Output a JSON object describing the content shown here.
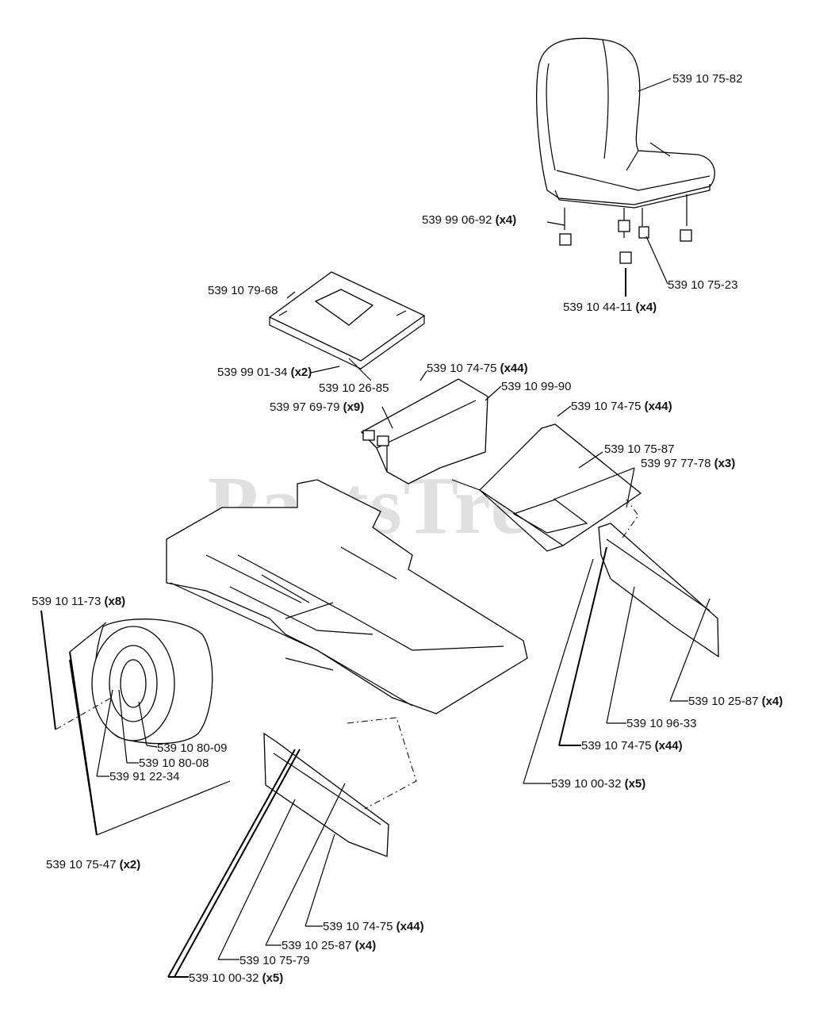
{
  "watermark": "PartsTree",
  "callouts": [
    {
      "id": "seat",
      "part": "539 10 75-82",
      "qty": ""
    },
    {
      "id": "seat-washer",
      "part": "539 99 06-92",
      "qty": "(x4)"
    },
    {
      "id": "seat-switch",
      "part": "539 10 75-23",
      "qty": ""
    },
    {
      "id": "seat-knob",
      "part": "539 10 44-11",
      "qty": "(x4)"
    },
    {
      "id": "seat-pan",
      "part": "539 10 79-68",
      "qty": ""
    },
    {
      "id": "pin",
      "part": "539 99 01-34",
      "qty": "(x2)"
    },
    {
      "id": "clip",
      "part": "539 10 26-85",
      "qty": ""
    },
    {
      "id": "bolt-top",
      "part": "539 10 74-75",
      "qty": "(x44)"
    },
    {
      "id": "bracket",
      "part": "539 10 99-90",
      "qty": ""
    },
    {
      "id": "screw",
      "part": "539 97 69-79",
      "qty": "(x9)"
    },
    {
      "id": "bolt-floor",
      "part": "539 10 74-75",
      "qty": "(x44)"
    },
    {
      "id": "floor-pan",
      "part": "539 10 75-87",
      "qty": ""
    },
    {
      "id": "floor-screw",
      "part": "539 97 77-78",
      "qty": "(x3)"
    },
    {
      "id": "tire-bolt",
      "part": "539 10 11-73",
      "qty": "(x8)"
    },
    {
      "id": "nut-right",
      "part": "539 10 25-87",
      "qty": "(x4)"
    },
    {
      "id": "right-panel",
      "part": "539 10 96-33",
      "qty": ""
    },
    {
      "id": "bolt-right",
      "part": "539 10 74-75",
      "qty": "(x44)"
    },
    {
      "id": "tire",
      "part": "539 10 80-09",
      "qty": ""
    },
    {
      "id": "rim",
      "part": "539 10 80-08",
      "qty": ""
    },
    {
      "id": "bearing",
      "part": "539 91 22-34",
      "qty": ""
    },
    {
      "id": "washer-right",
      "part": "539 10 00-32",
      "qty": "(x5)"
    },
    {
      "id": "wheel-assy",
      "part": "539 10 75-47",
      "qty": "(x2)"
    },
    {
      "id": "bolt-left",
      "part": "539 10 74-75",
      "qty": "(x44)"
    },
    {
      "id": "nut-left",
      "part": "539 10 25-87",
      "qty": "(x4)"
    },
    {
      "id": "left-panel",
      "part": "539 10 75-79",
      "qty": ""
    },
    {
      "id": "washer-left",
      "part": "539 10 00-32",
      "qty": "(x5)"
    }
  ]
}
